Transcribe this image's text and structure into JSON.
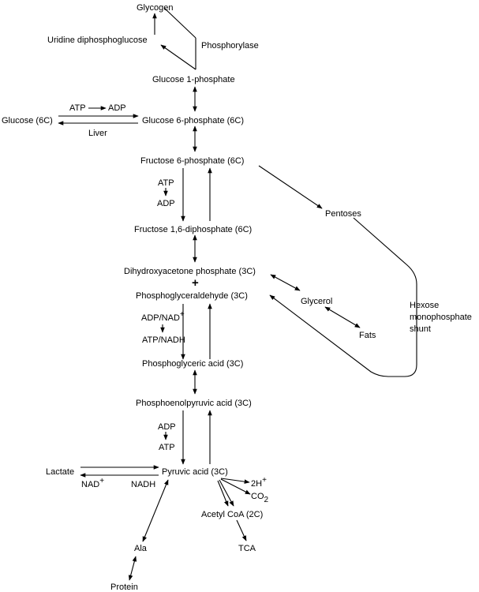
{
  "nodes": {
    "glycogen": "Glycogen",
    "udpg": "Uridine diphosphoglucose",
    "phosphorylase": "Phosphorylase",
    "g1p": "Glucose 1-phosphate",
    "atp_adp_top": "ATP → ADP",
    "g6p": "Glucose 6-phosphate (6C)",
    "glucose": "Glucose (6C)",
    "liver": "Liver",
    "f6p": "Fructose 6-phosphate (6C)",
    "atp1": "ATP",
    "adp1": "ADP",
    "pentoses": "Pentoses",
    "f16dp": "Fructose 1,6-diphosphate (6C)",
    "dhap": "Dihydroxyacetone phosphate (3C)",
    "plus": "+",
    "pgald": "Phosphoglyceraldehyde (3C)",
    "glycerol": "Glycerol",
    "hexose1": "Hexose",
    "hexose2": "monophosphate",
    "hexose3": "shunt",
    "adpnad": "ADP/NAD",
    "atpnadh": "ATP/NADH",
    "fats": "Fats",
    "pga": "Phosphoglyceric acid (3C)",
    "pep": "Phosphoenolpyruvic acid (3C)",
    "adp2": "ADP",
    "atp2": "ATP",
    "lactate": "Lactate",
    "pyruvate": "Pyruvic acid (3C)",
    "nad": "NAD",
    "nadh": "NADH",
    "twoh": "2H",
    "co2": "CO",
    "acetylcoa": "Acetyl CoA (2C)",
    "tca": "TCA",
    "ala": "Ala",
    "protein": "Protein"
  },
  "superscripts": {
    "nad_sup": "+",
    "h_sup": "+"
  },
  "subscripts": {
    "co2_sub": "2"
  }
}
